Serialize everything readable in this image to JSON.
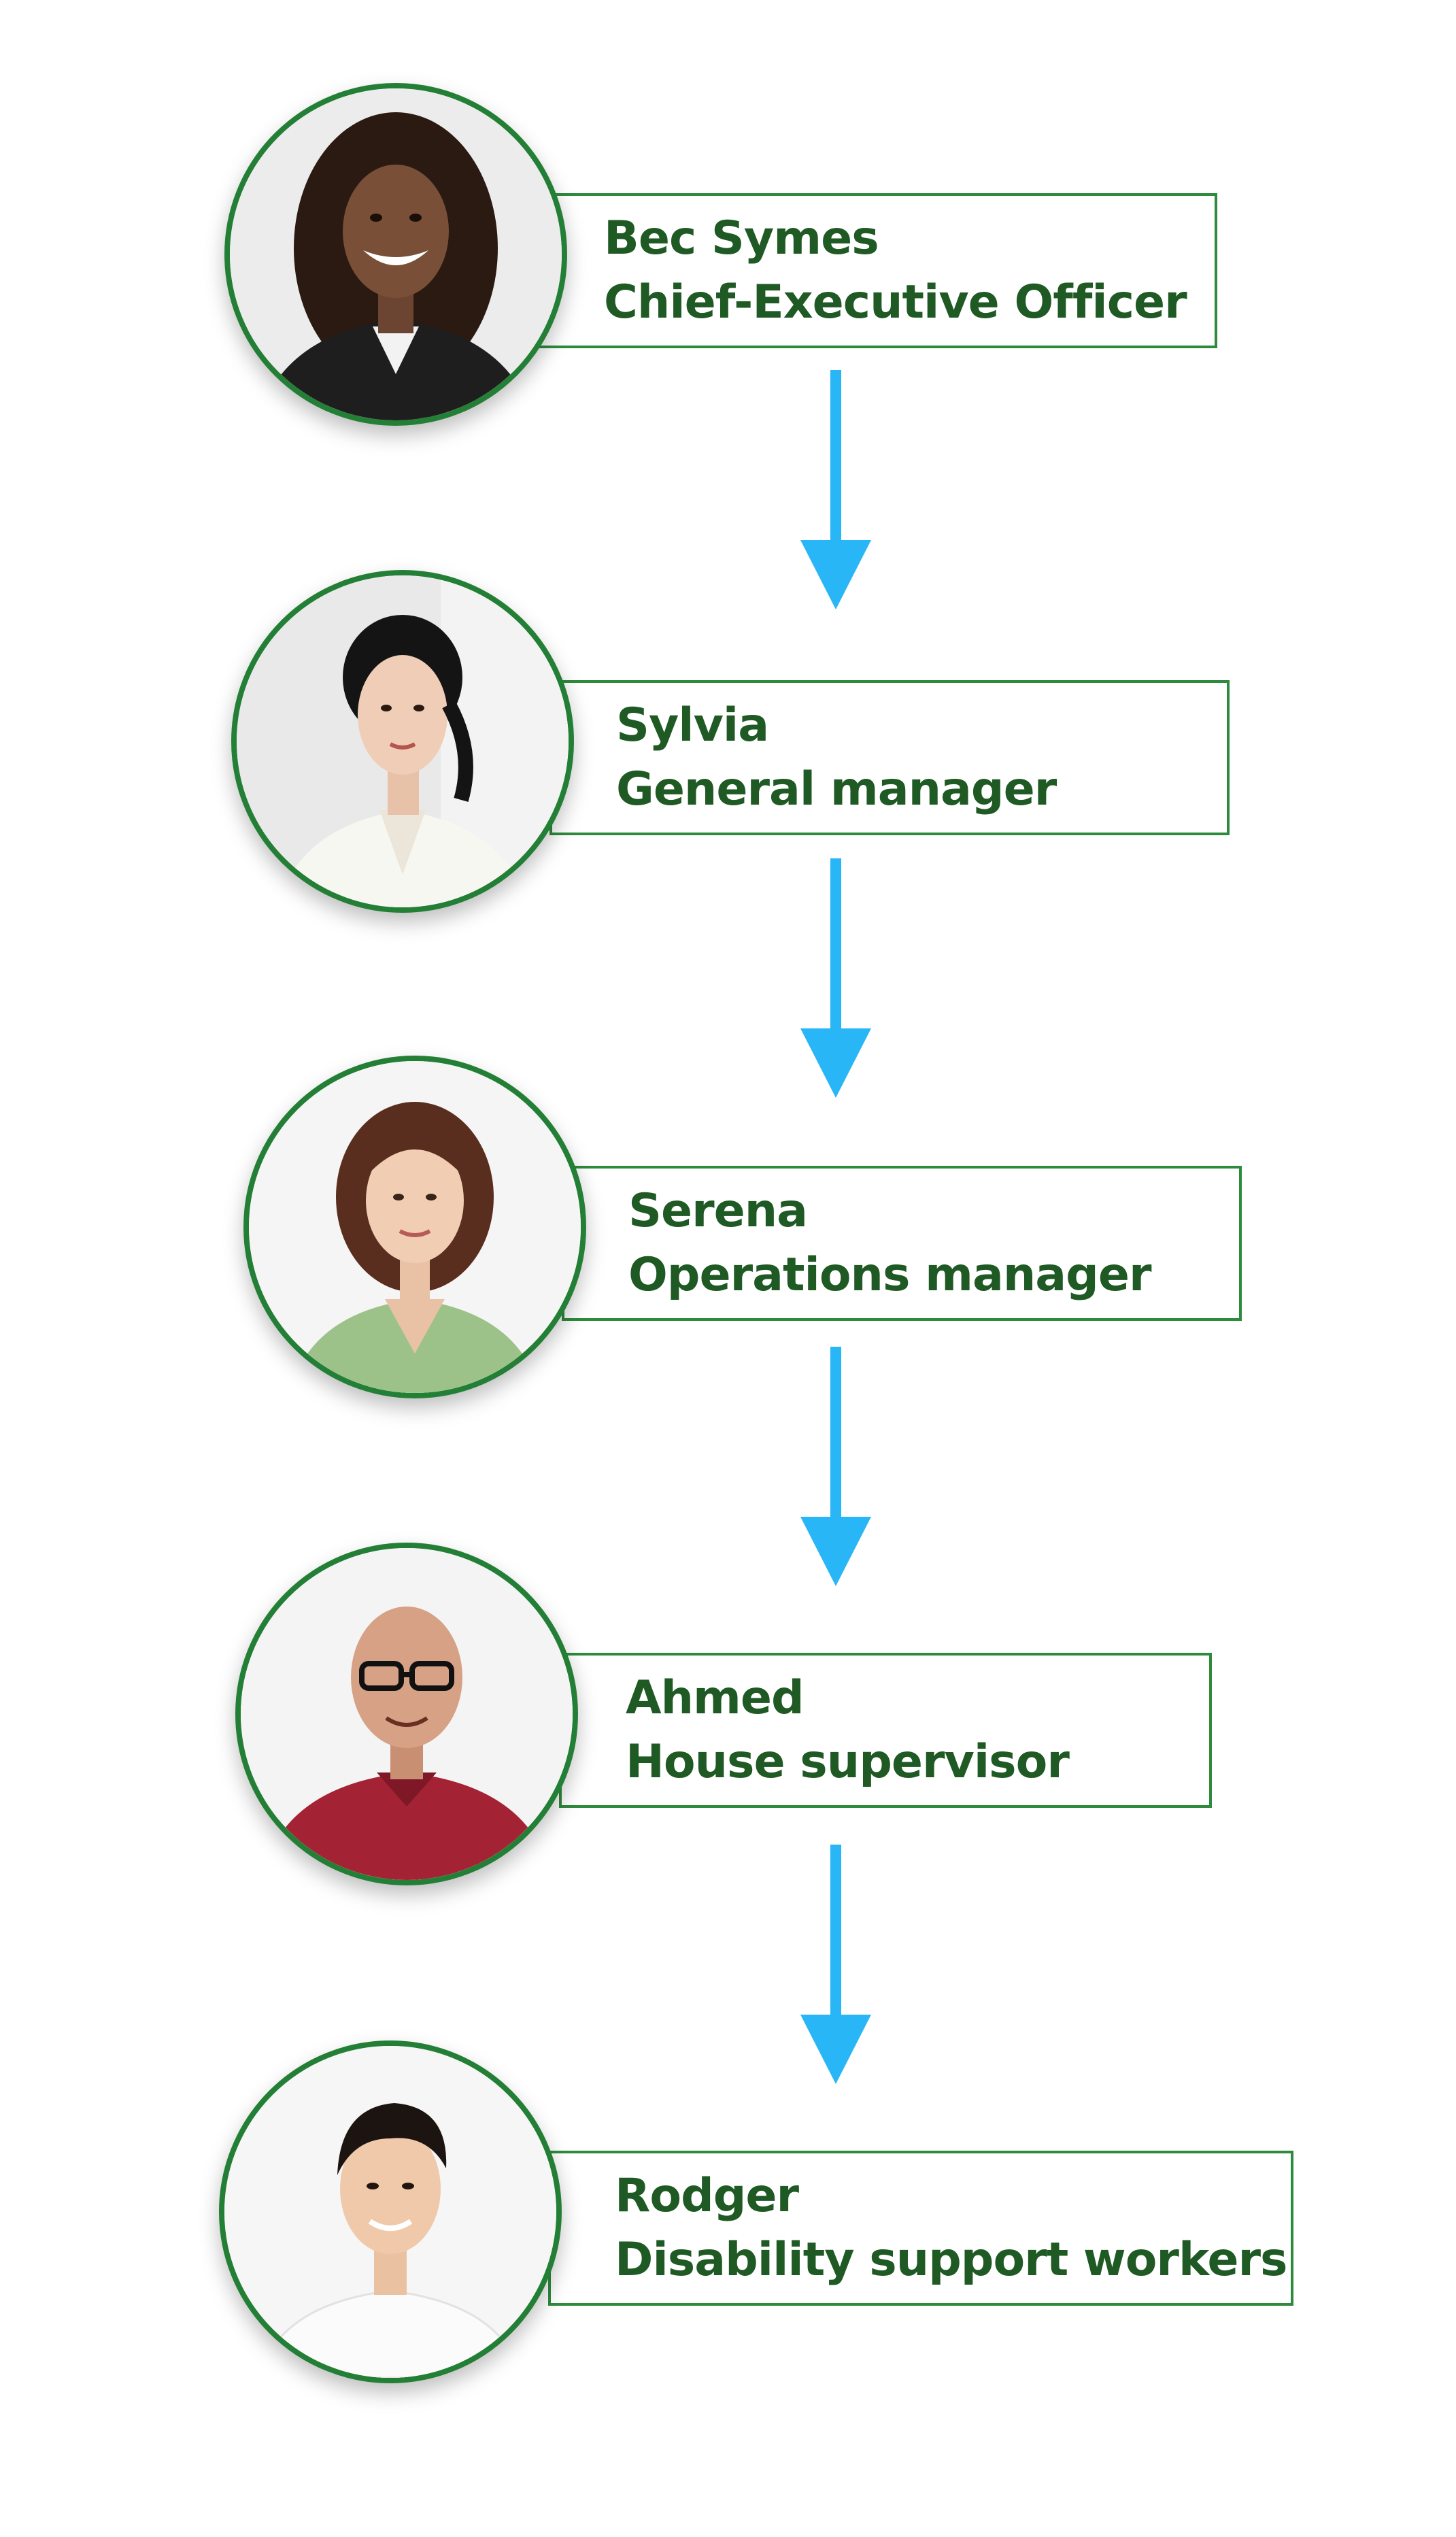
{
  "colors": {
    "frame_green": "#247f36",
    "text_green": "#1f5a24",
    "arrow_blue": "#29b6f6"
  },
  "nodes": [
    {
      "name": "Bec Symes",
      "role": "Chief-Executive Officer"
    },
    {
      "name": "Sylvia",
      "role": "General manager"
    },
    {
      "name": "Serena",
      "role": "Operations manager"
    },
    {
      "name": "Ahmed",
      "role": "House supervisor"
    },
    {
      "name": "Rodger",
      "role": "Disability support workers"
    }
  ]
}
